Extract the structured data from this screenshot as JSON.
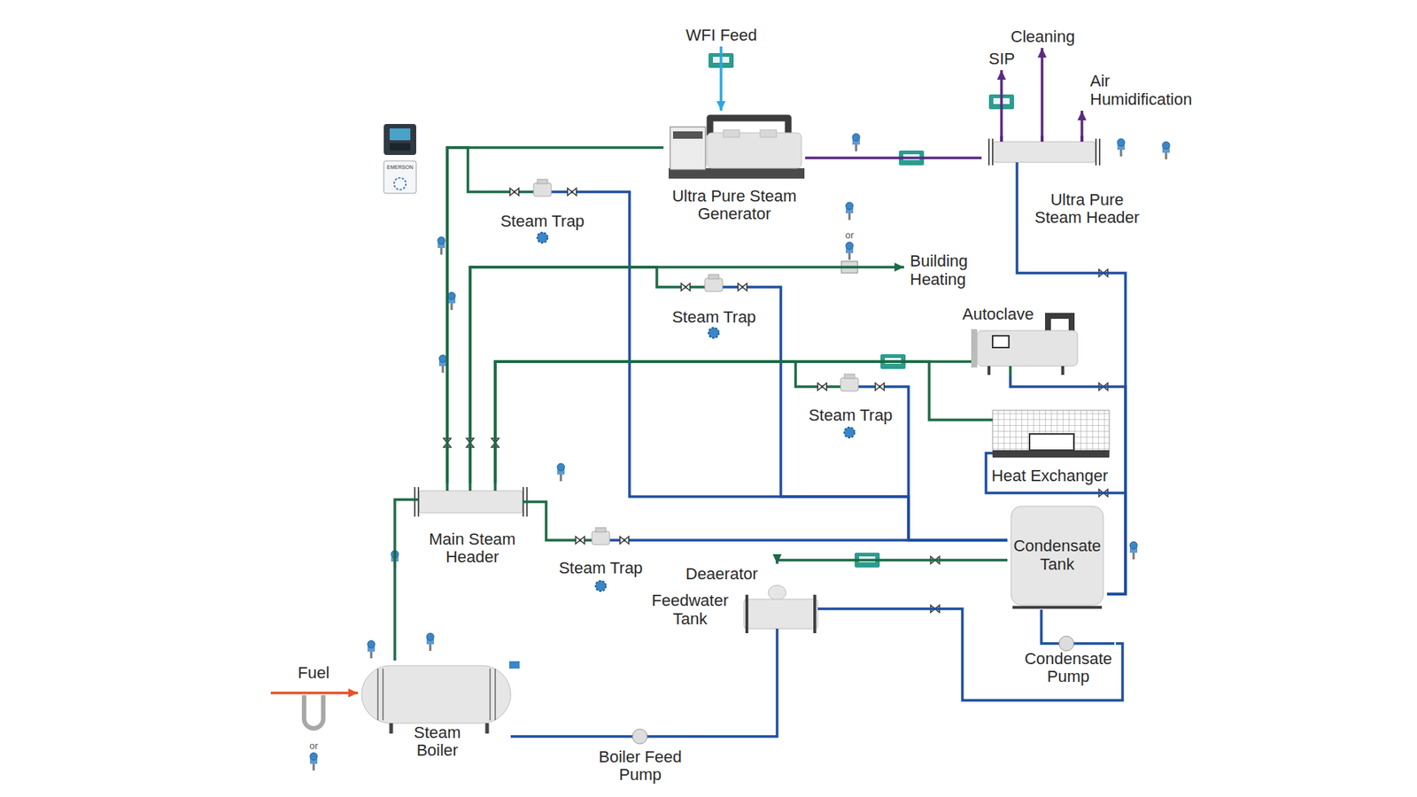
{
  "diagram": {
    "nodes": [
      {
        "text": [
          "WFI Feed"
        ]
      },
      {
        "text": [
          "SIP"
        ]
      },
      {
        "text": [
          "Cleaning"
        ]
      },
      {
        "text": [
          "Air Humidification"
        ]
      },
      {
        "text": [
          "Ultra Pure Steam Generator"
        ]
      },
      {
        "text": [
          "Ultra Pure Steam Header"
        ]
      },
      {
        "text": [
          "Steam Trap"
        ]
      },
      {
        "text": [
          "Building Heating"
        ]
      },
      {
        "text": [
          "Steam Trap"
        ]
      },
      {
        "text": [
          "Autoclave"
        ]
      },
      {
        "text": [
          "Steam Trap"
        ]
      },
      {
        "text": [
          "Heat Exchanger"
        ]
      },
      {
        "text": [
          "Main Steam Header"
        ]
      },
      {
        "text": [
          "Steam Trap"
        ]
      },
      {
        "text": [
          "Deaerator"
        ]
      },
      {
        "text": [
          "Condensate Tank"
        ]
      },
      {
        "text": [
          "Feedwater Tank"
        ]
      },
      {
        "text": [
          "Condensate Pump"
        ]
      },
      {
        "text": [
          "Fuel"
        ]
      },
      {
        "text": [
          "Steam Boiler"
        ]
      },
      {
        "text": [
          "Boiler Feed Pump"
        ]
      }
    ],
    "edges": [
      {
        "from": 0,
        "to": 4,
        "arrow": "to"
      },
      {
        "from": 4,
        "to": 5,
        "arrow": "none"
      },
      {
        "from": 5,
        "to": 1,
        "arrow": "to"
      },
      {
        "from": 5,
        "to": 2,
        "arrow": "to"
      },
      {
        "from": 5,
        "to": 3,
        "arrow": "to"
      },
      {
        "from": 12,
        "to": 4,
        "arrow": "none"
      },
      {
        "from": 12,
        "to": 6,
        "arrow": "none"
      },
      {
        "from": 6,
        "to": 15,
        "arrow": "none"
      },
      {
        "from": 12,
        "to": 7,
        "arrow": "to"
      },
      {
        "from": 12,
        "to": 8,
        "arrow": "none"
      },
      {
        "from": 8,
        "to": 15,
        "arrow": "none"
      },
      {
        "from": 12,
        "to": 9,
        "arrow": "none"
      },
      {
        "from": 12,
        "to": 10,
        "arrow": "none"
      },
      {
        "from": 10,
        "to": 15,
        "arrow": "none"
      },
      {
        "from": 12,
        "to": 11,
        "arrow": "none"
      },
      {
        "from": 9,
        "to": 15,
        "arrow": "none"
      },
      {
        "from": 5,
        "to": 15,
        "arrow": "none"
      },
      {
        "from": 11,
        "to": 15,
        "arrow": "none"
      },
      {
        "from": 12,
        "to": 13,
        "arrow": "none"
      },
      {
        "from": 13,
        "to": 15,
        "arrow": "none"
      },
      {
        "from": 15,
        "to": 14,
        "arrow": "to"
      },
      {
        "from": 15,
        "to": 17,
        "arrow": "none"
      },
      {
        "from": 17,
        "to": 16,
        "arrow": "none"
      },
      {
        "from": 16,
        "to": 20,
        "arrow": "none"
      },
      {
        "from": 20,
        "to": 19,
        "arrow": "none"
      },
      {
        "from": 18,
        "to": 19,
        "arrow": "to"
      },
      {
        "from": 19,
        "to": 12,
        "arrow": "none"
      }
    ],
    "labels": [
      "EMERSON",
      "or",
      "or"
    ]
  }
}
